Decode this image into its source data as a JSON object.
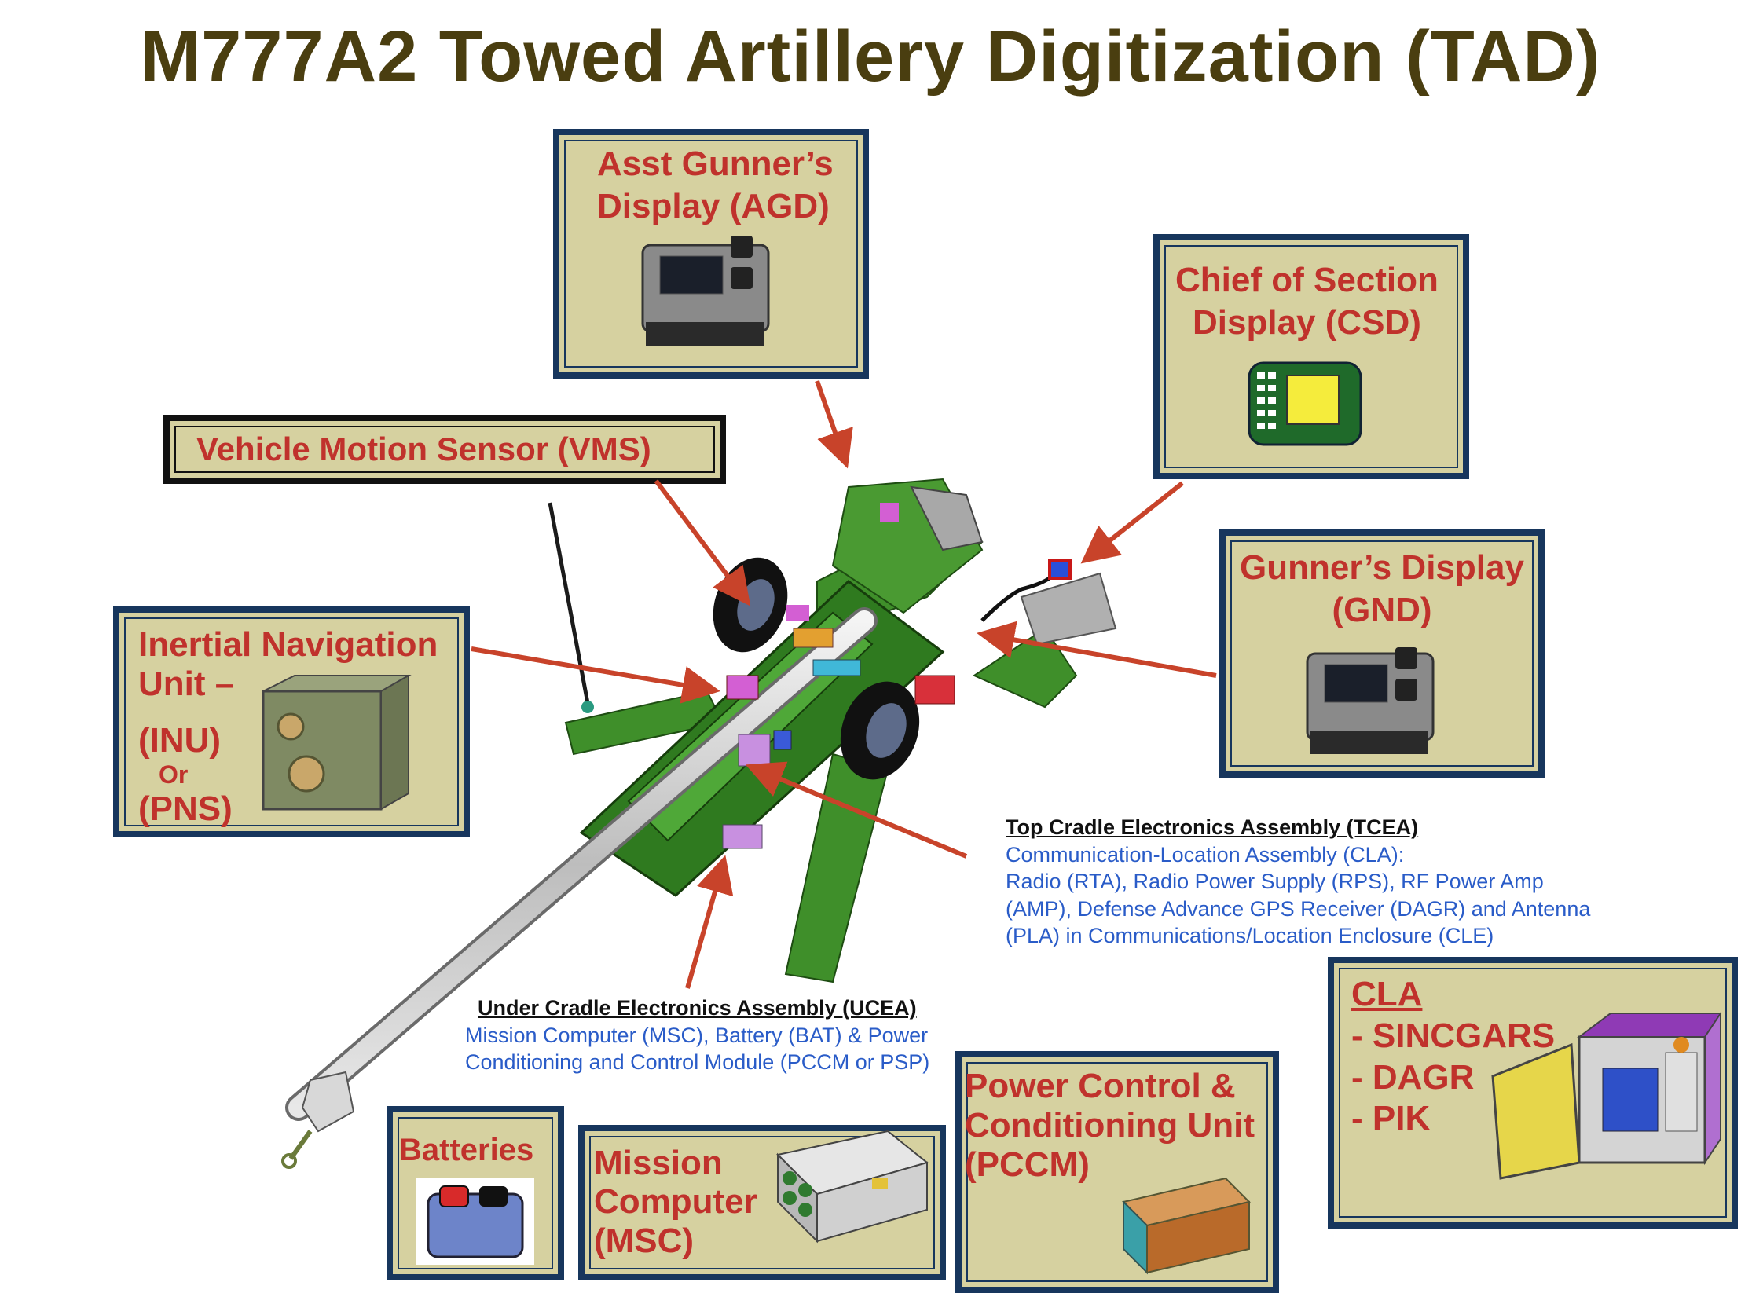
{
  "title": "M777A2 Towed Artillery Digitization (TAD)",
  "labels": {
    "agd": [
      "Asst Gunner’s",
      "Display (AGD)"
    ],
    "csd": [
      "Chief of Section",
      "Display (CSD)"
    ],
    "vms": "Vehicle Motion Sensor (VMS)",
    "inu": [
      "Inertial Navigation",
      "Unit –",
      "(INU)",
      "Or",
      "(PNS)"
    ],
    "gnd": [
      "Gunner’s Display",
      "(GND)"
    ],
    "cla": [
      "CLA",
      "- SINCGARS",
      "- DAGR",
      "- PIK"
    ],
    "batteries": "Batteries",
    "msc": [
      "Mission",
      "Computer",
      "(MSC)"
    ],
    "pccm": [
      "Power Control &",
      "Conditioning Unit",
      "(PCCM)"
    ]
  },
  "tcea": {
    "heading": "Top Cradle Electronics Assembly (TCEA)",
    "lines": [
      "Communication-Location Assembly (CLA):",
      "Radio (RTA), Radio Power Supply (RPS), RF Power Amp",
      "(AMP), Defense Advance GPS Receiver (DAGR) and Antenna",
      "(PLA) in Communications/Location Enclosure (CLE)"
    ]
  },
  "ucea": {
    "heading": "Under Cradle Electronics Assembly (UCEA)",
    "lines": [
      "Mission Computer (MSC), Battery (BAT) & Power",
      "Conditioning and Control Module (PCCM or PSP)"
    ]
  },
  "colors": {
    "title": "#4a3e10",
    "label_red": "#c0322c",
    "box_fill": "#d6d1a0",
    "box_border": "#17365d",
    "caption_blue": "#2a5cc8",
    "arrow": "#c8432a",
    "gun_green": "#3f8f2a"
  }
}
